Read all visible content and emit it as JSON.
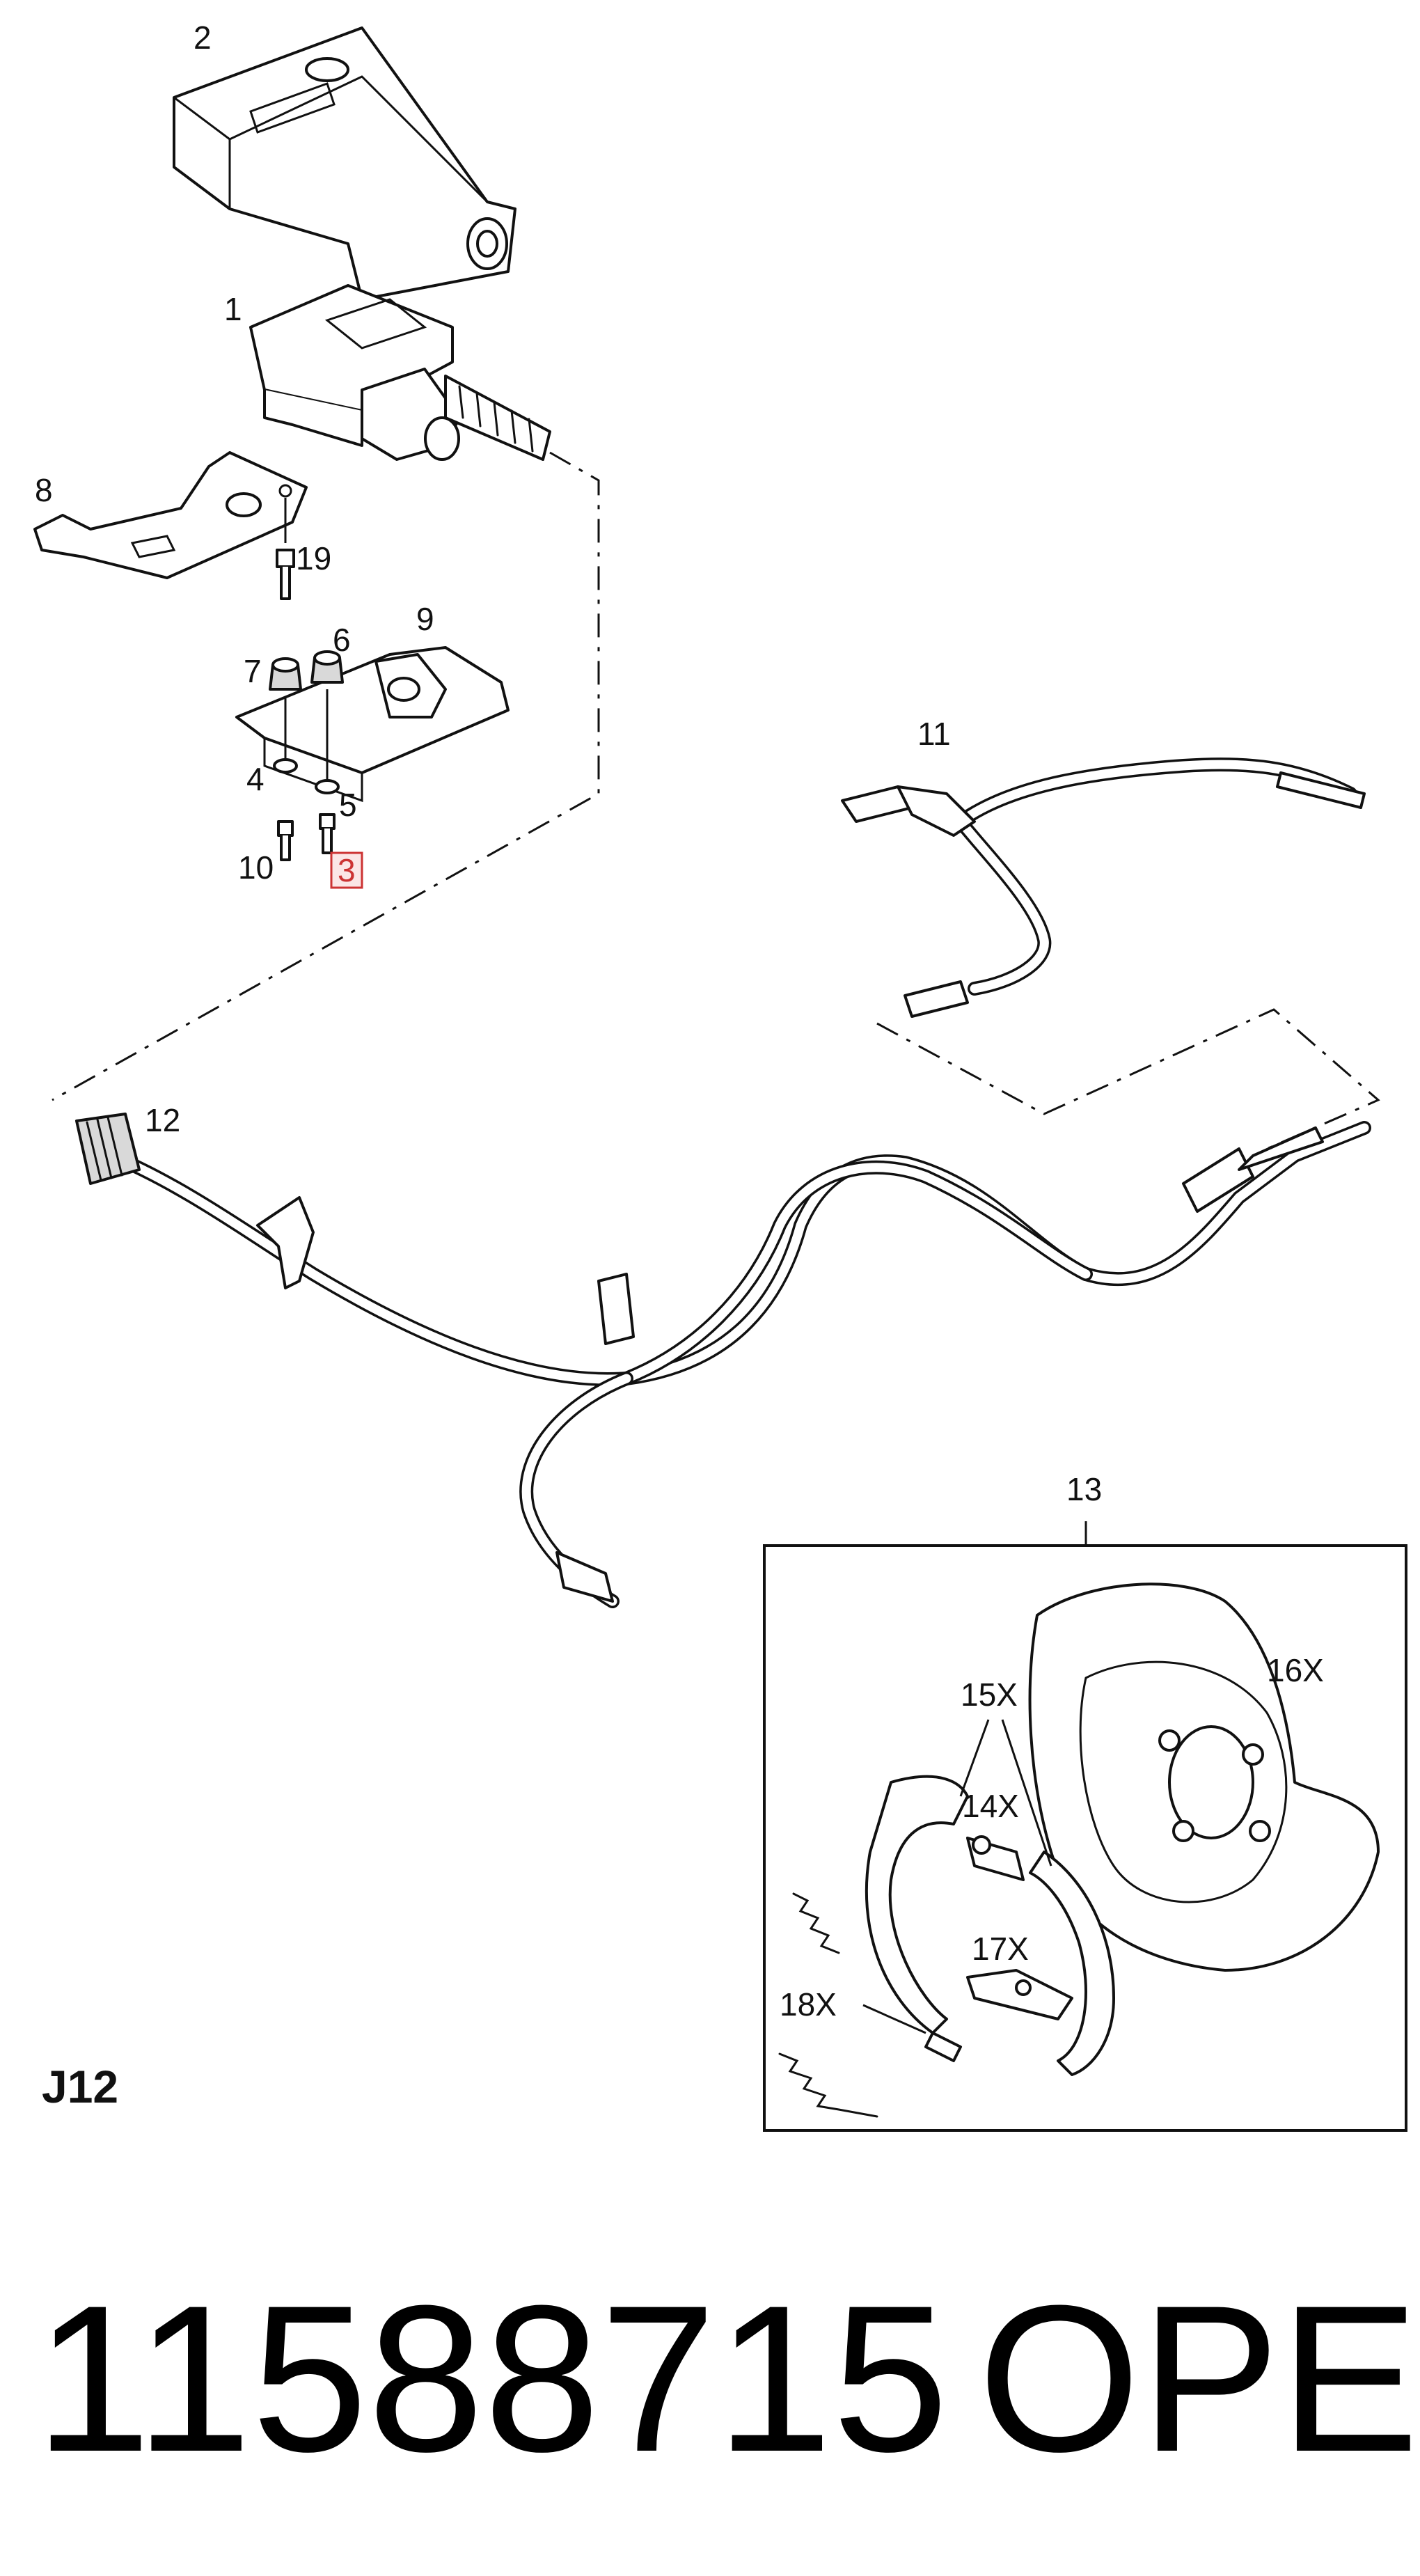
{
  "callouts": {
    "c1": "1",
    "c2": "2",
    "c3": "3",
    "c4": "4",
    "c5": "5",
    "c6": "6",
    "c7": "7",
    "c8": "8",
    "c9": "9",
    "c10": "10",
    "c11": "11",
    "c12": "12",
    "c13": "13",
    "c14x": "14X",
    "c15x": "15X",
    "c16x": "16X",
    "c17x": "17X",
    "c18x": "18X",
    "c19": "19"
  },
  "section_code": "J12",
  "part_number": "11588715",
  "brand": "OPEL",
  "highlight_color": "#cc3333"
}
